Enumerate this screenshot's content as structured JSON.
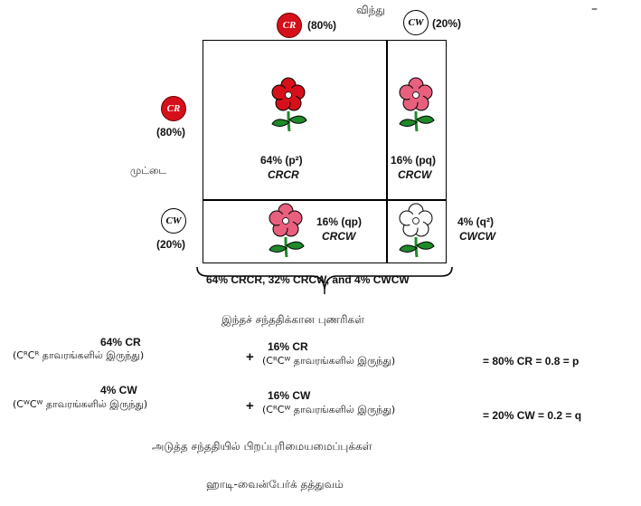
{
  "header": {
    "sperm_label": "விந்து",
    "egg_label": "முட்டை",
    "top_dash": "–"
  },
  "alleles": {
    "red_symbol": "CR",
    "white_symbol": "CW",
    "red_freq": "(80%)",
    "white_freq": "(20%)"
  },
  "punnett": {
    "cell_rr": {
      "freq": "64% (p²)",
      "geno": "CRCR"
    },
    "cell_rw_top": {
      "freq": "16% (pq)",
      "geno": "CRCW"
    },
    "cell_rw_bottom": {
      "freq": "16% (qp)",
      "geno": "CRCW"
    },
    "cell_ww": {
      "freq": "4% (q²)",
      "geno": "CWCW"
    }
  },
  "summary": {
    "brace_text": "64% CRCR, 32% CRCW, and 4% CWCW",
    "caption": "இந்தச் சந்ததிக்கான புணரிகள்"
  },
  "equations": {
    "row1": {
      "term_a": "64% CR",
      "term_a_sub": "(CᴿCᴿ தாவரங்களில் இருந்து)",
      "plus": "+",
      "term_b": "16% CR",
      "term_b_sub": "(CᴿCᵂ தாவரங்களில் இருந்து)",
      "result": "=  80% CR = 0.8 = p"
    },
    "row2": {
      "term_a": "4% CW",
      "term_a_sub": "(CᵂCᵂ தாவரங்களில் இருந்து)",
      "plus": "+",
      "term_b": "16% CW",
      "term_b_sub": "(CᴿCᵂ தாவரங்களில் இருந்து)",
      "result": "=  20% CW = 0.2 = q"
    },
    "next_gen_caption": "அடுத்த சந்ததியில் பிறப்புரிமையமைப்புக்கள்"
  },
  "footer": {
    "title": "ஹாடி-வைன்பேர்க் தத்துவம்"
  },
  "colors": {
    "red_flower": "#d6101a",
    "pink_flower": "#e8607e",
    "white_flower": "#ffffff",
    "stem": "#1f8a2a"
  }
}
